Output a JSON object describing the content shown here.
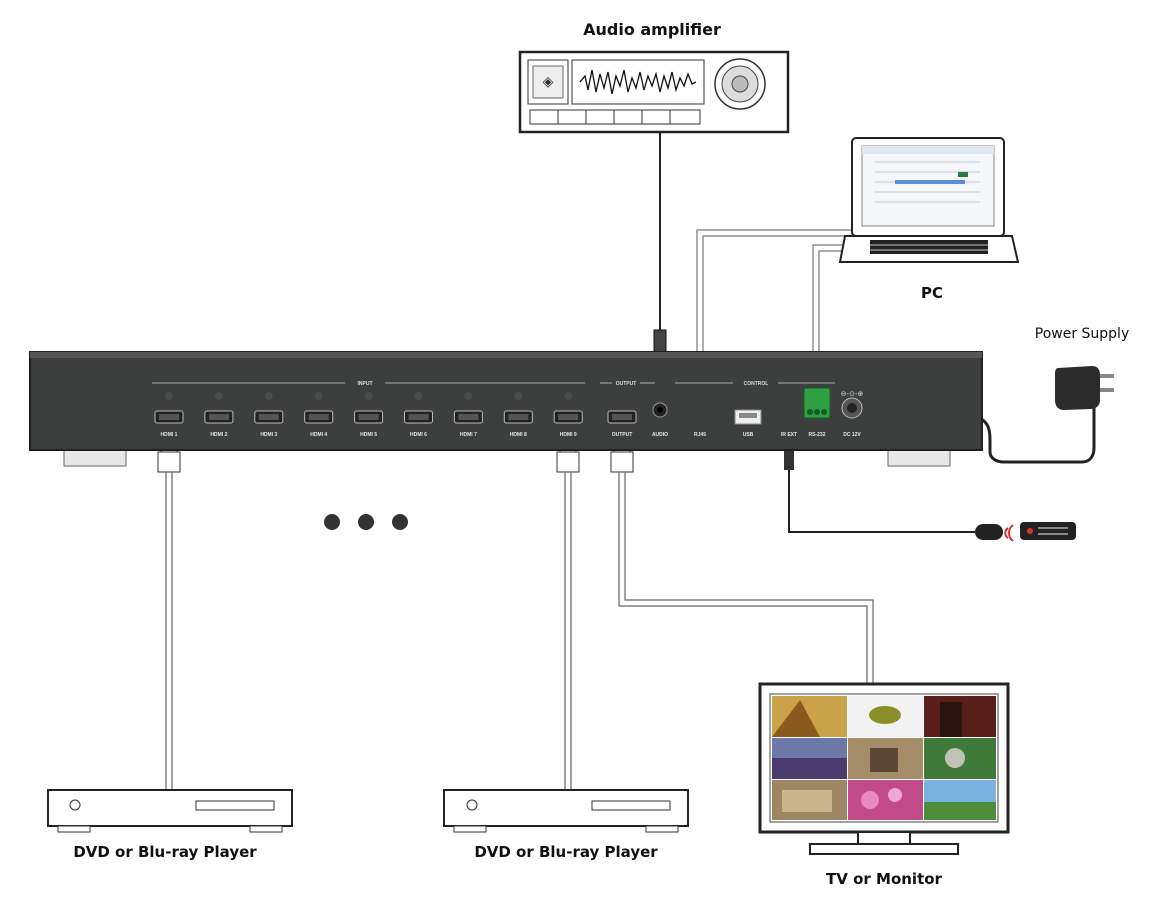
{
  "labels": {
    "audio_amplifier": "Audio amplifier",
    "pc": "PC",
    "power_supply": "Power Supply",
    "dvd_left": "DVD or Blu-ray Player",
    "dvd_right": "DVD or Blu-ray Player",
    "tv": "TV or Monitor"
  },
  "panel": {
    "input_header": "INPUT",
    "output_header": "OUTPUT",
    "control_header": "CONTROL",
    "ports": [
      "HDMI 1",
      "HDMI 2",
      "HDMI 3",
      "HDMI 4",
      "HDMI 5",
      "HDMI 6",
      "HDMI 7",
      "HDMI 8",
      "HDMI 9"
    ],
    "output_port": "OUTPUT",
    "audio": "AUDIO",
    "rj45": "RJ45",
    "usb": "USB",
    "ir": "IR EXT",
    "rs232": "RS-232",
    "dc": "DC 12V"
  },
  "colors": {
    "panel": "#3d3f3e",
    "cable": "#2a2a2a",
    "rs232_terminal": "#2ea043",
    "ir_receiver": "#d9332b"
  }
}
